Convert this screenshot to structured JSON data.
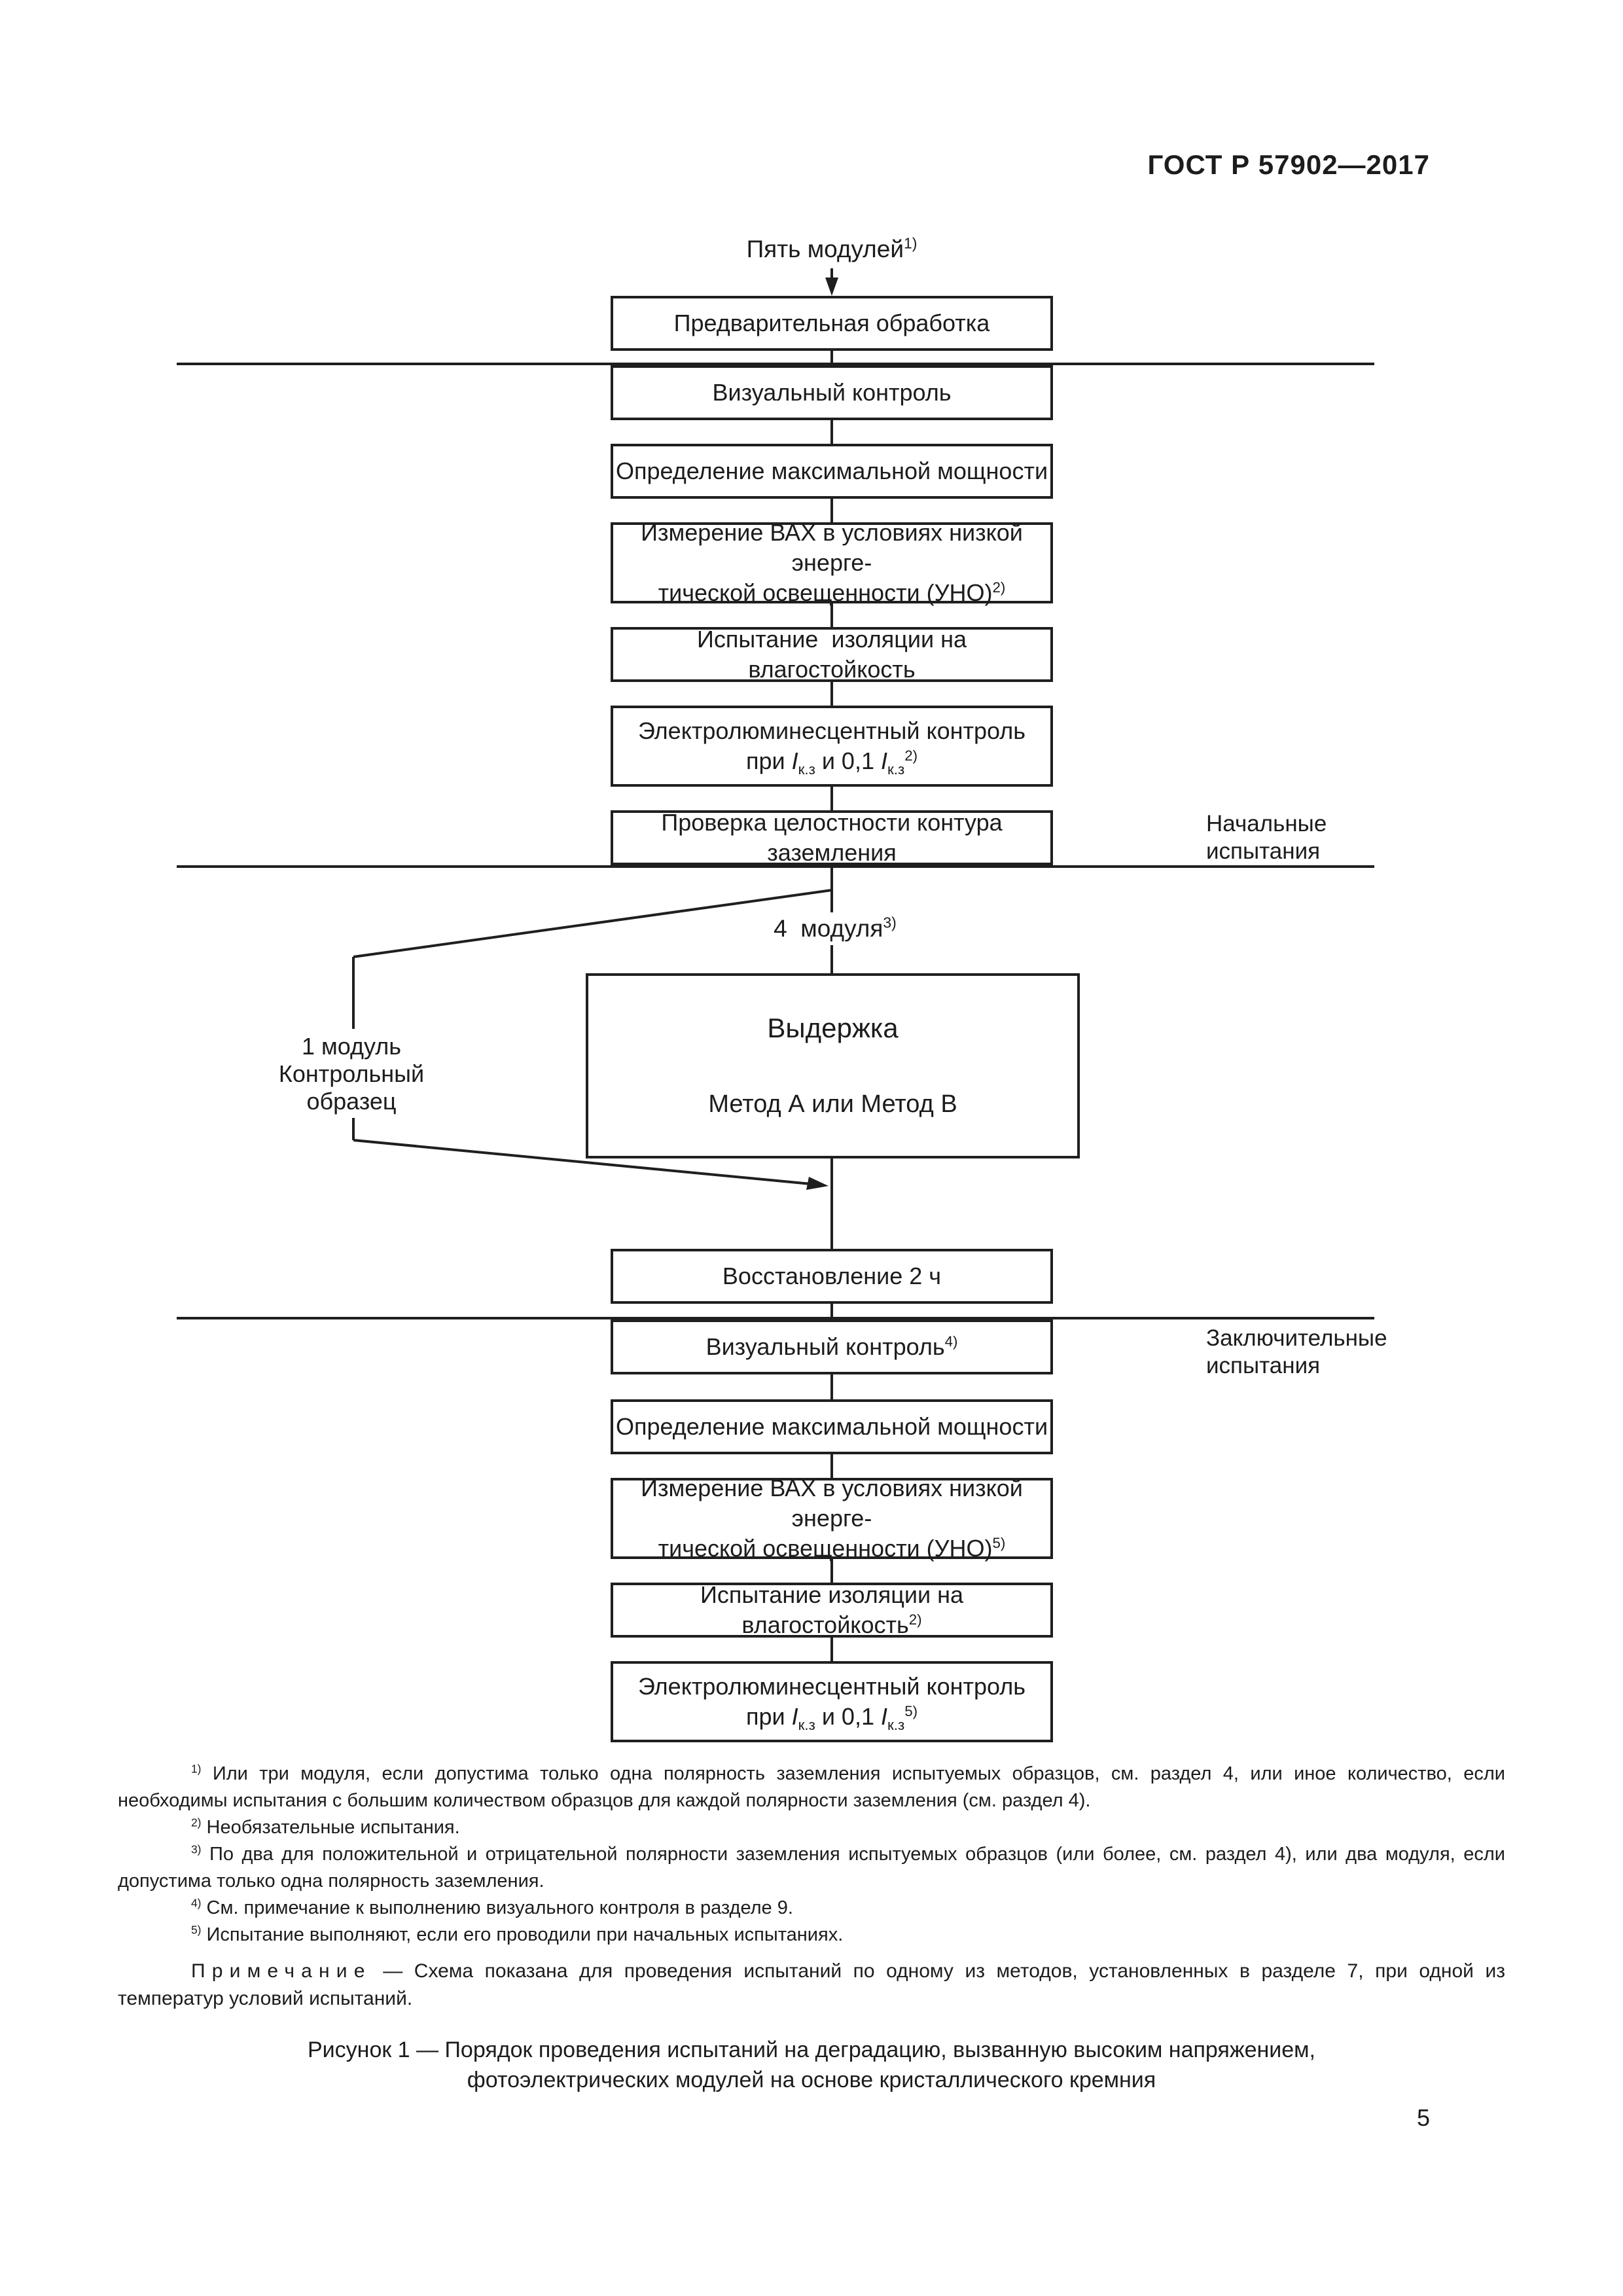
{
  "page": {
    "standard": "ГОСТ Р 57902—2017",
    "number": "5"
  },
  "flowchart": {
    "entry_label": {
      "text": "Пять модулей",
      "sup": "1)"
    },
    "boxes": {
      "pretreatment": "Предварительная обработка",
      "visual_initial": "Визуальный контроль",
      "max_power_initial": "Определение максимальной мощности",
      "iv_initial": {
        "line1": "Измерение ВАХ в условиях низкой энерге-",
        "line2": "тической освещенности (УНО)",
        "sup": "2)"
      },
      "insulation_initial": "Испытание  изоляции на влагостойкость",
      "el_initial": {
        "line1": "Электролюминесцентный контроль",
        "line2": {
          "t1": "при ",
          "i1": "I",
          "s1": "к.з",
          "t2": " и 0,1 ",
          "i2": "I",
          "s2": "к.з",
          "sup": "2)"
        }
      },
      "ground": "Проверка целостности контура заземления",
      "hold": {
        "line1": "Выдержка",
        "line2": "Метод А или Метод В"
      },
      "recovery": "Восстановление 2 ч",
      "visual_final": {
        "text": "Визуальный контроль",
        "sup": "4)"
      },
      "max_power_final": "Определение максимальной мощности",
      "iv_final": {
        "line1": "Измерение ВАХ в условиях низкой энерге-",
        "line2": "тической освещенности (УНО)",
        "sup": "5)"
      },
      "insulation_final": {
        "text": "Испытание изоляции на влагостойкость",
        "sup": "2)"
      },
      "el_final": {
        "line1": "Электролюминесцентный контроль",
        "line2": {
          "t1": "при ",
          "i1": "I",
          "s1": "к.з",
          "t2": " и 0,1 ",
          "i2": "I",
          "s2": "к.з",
          "sup": "5)"
        }
      }
    },
    "branch_labels": {
      "four_modules": {
        "text": "4  модуля",
        "sup": "3)"
      },
      "control_sample": {
        "line1": "1 модуль",
        "line2": "Контрольный",
        "line3": "образец"
      }
    },
    "stage_labels": {
      "initial": {
        "line1": "Начальные",
        "line2": "испытания"
      },
      "final": {
        "line1": "Заключительные",
        "line2": "испытания"
      }
    }
  },
  "footnotes": [
    {
      "sup": "1)",
      "text": " Или три модуля, если допустима только одна полярность заземления испытуемых образцов, см. раздел 4, или иное количество, если необходимы испытания с большим количеством образцов для каждой полярности заземления (см. раздел 4)."
    },
    {
      "sup": "2)",
      "text": " Необязательные испытания."
    },
    {
      "sup": "3)",
      "text": " По два для положительной и отрицательной полярности заземления испытуемых образцов (или более, см. раздел 4), или два модуля, если допустима только одна полярность заземления."
    },
    {
      "sup": "4)",
      "text": " См. примечание к выполнению визуального контроля в разделе 9."
    },
    {
      "sup": "5)",
      "text": " Испытание выполняют, если его проводили при начальных испытаниях."
    }
  ],
  "note": {
    "label": "Примечание",
    "text": " — Схема показана для проведения испытаний по одному из методов, установленных в разделе 7, при одной из температур условий испытаний."
  },
  "caption": {
    "line1": "Рисунок 1 — Порядок проведения испытаний на деградацию, вызванную высоким напряжением,",
    "line2": "фотоэлектрических модулей на основе кристаллического кремния"
  }
}
